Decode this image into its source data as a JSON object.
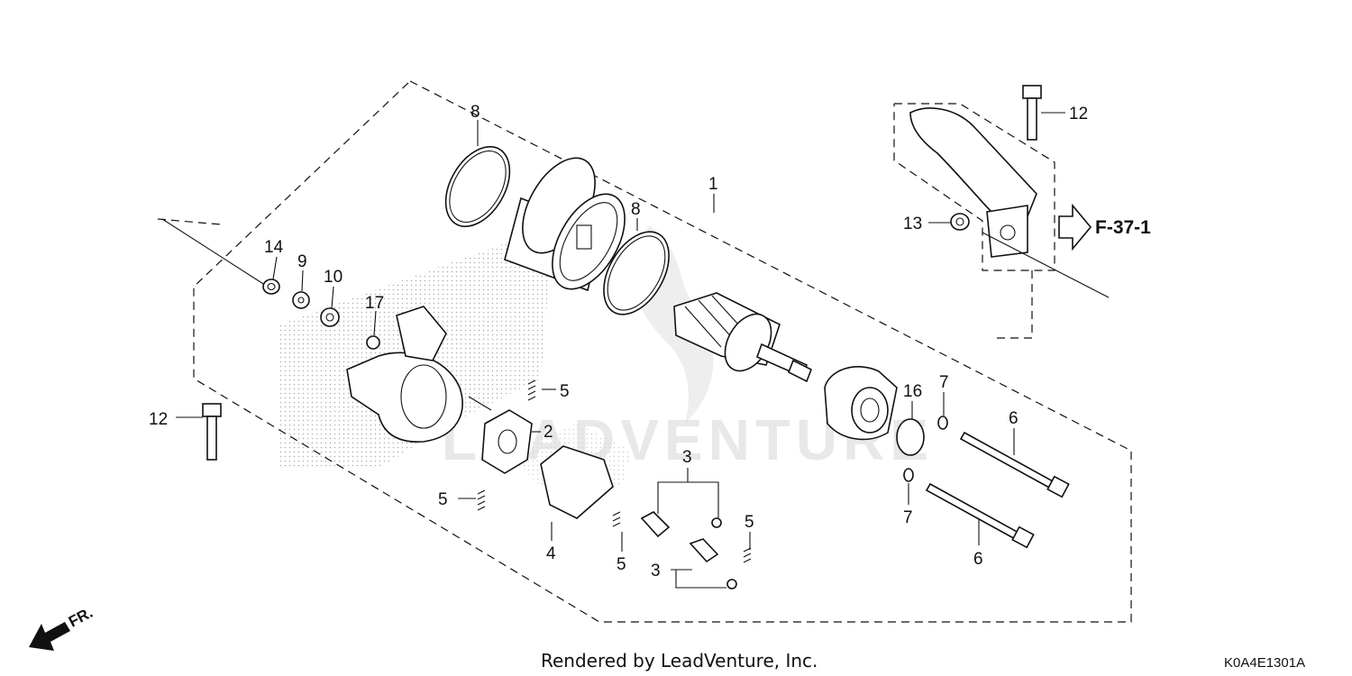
{
  "diagram": {
    "callouts": {
      "c1": "1",
      "c2": "2",
      "c3a": "3",
      "c3b": "3",
      "c4": "4",
      "c5a": "5",
      "c5b": "5",
      "c5c": "5",
      "c5d": "5",
      "c6a": "6",
      "c6b": "6",
      "c7a": "7",
      "c7b": "7",
      "c8a": "8",
      "c8b": "8",
      "c9": "9",
      "c10": "10",
      "c12a": "12",
      "c12b": "12",
      "c13": "13",
      "c14": "14",
      "c16": "16",
      "c17": "17"
    },
    "reference_label": "F-37-1",
    "watermark": "LEADVENTURE",
    "direction_label": "FR."
  },
  "footer": {
    "credit": "Rendered by LeadVenture, Inc.",
    "diagram_code": "K0A4E1301A"
  },
  "colors": {
    "ink": "#111111",
    "background": "#ffffff",
    "stipple": "#9a9a9a",
    "watermark": "#d7d7d7"
  },
  "icons": {
    "front_direction": "arrow-down-left-icon",
    "reference_pointer": "hollow-arrow-right-icon"
  }
}
